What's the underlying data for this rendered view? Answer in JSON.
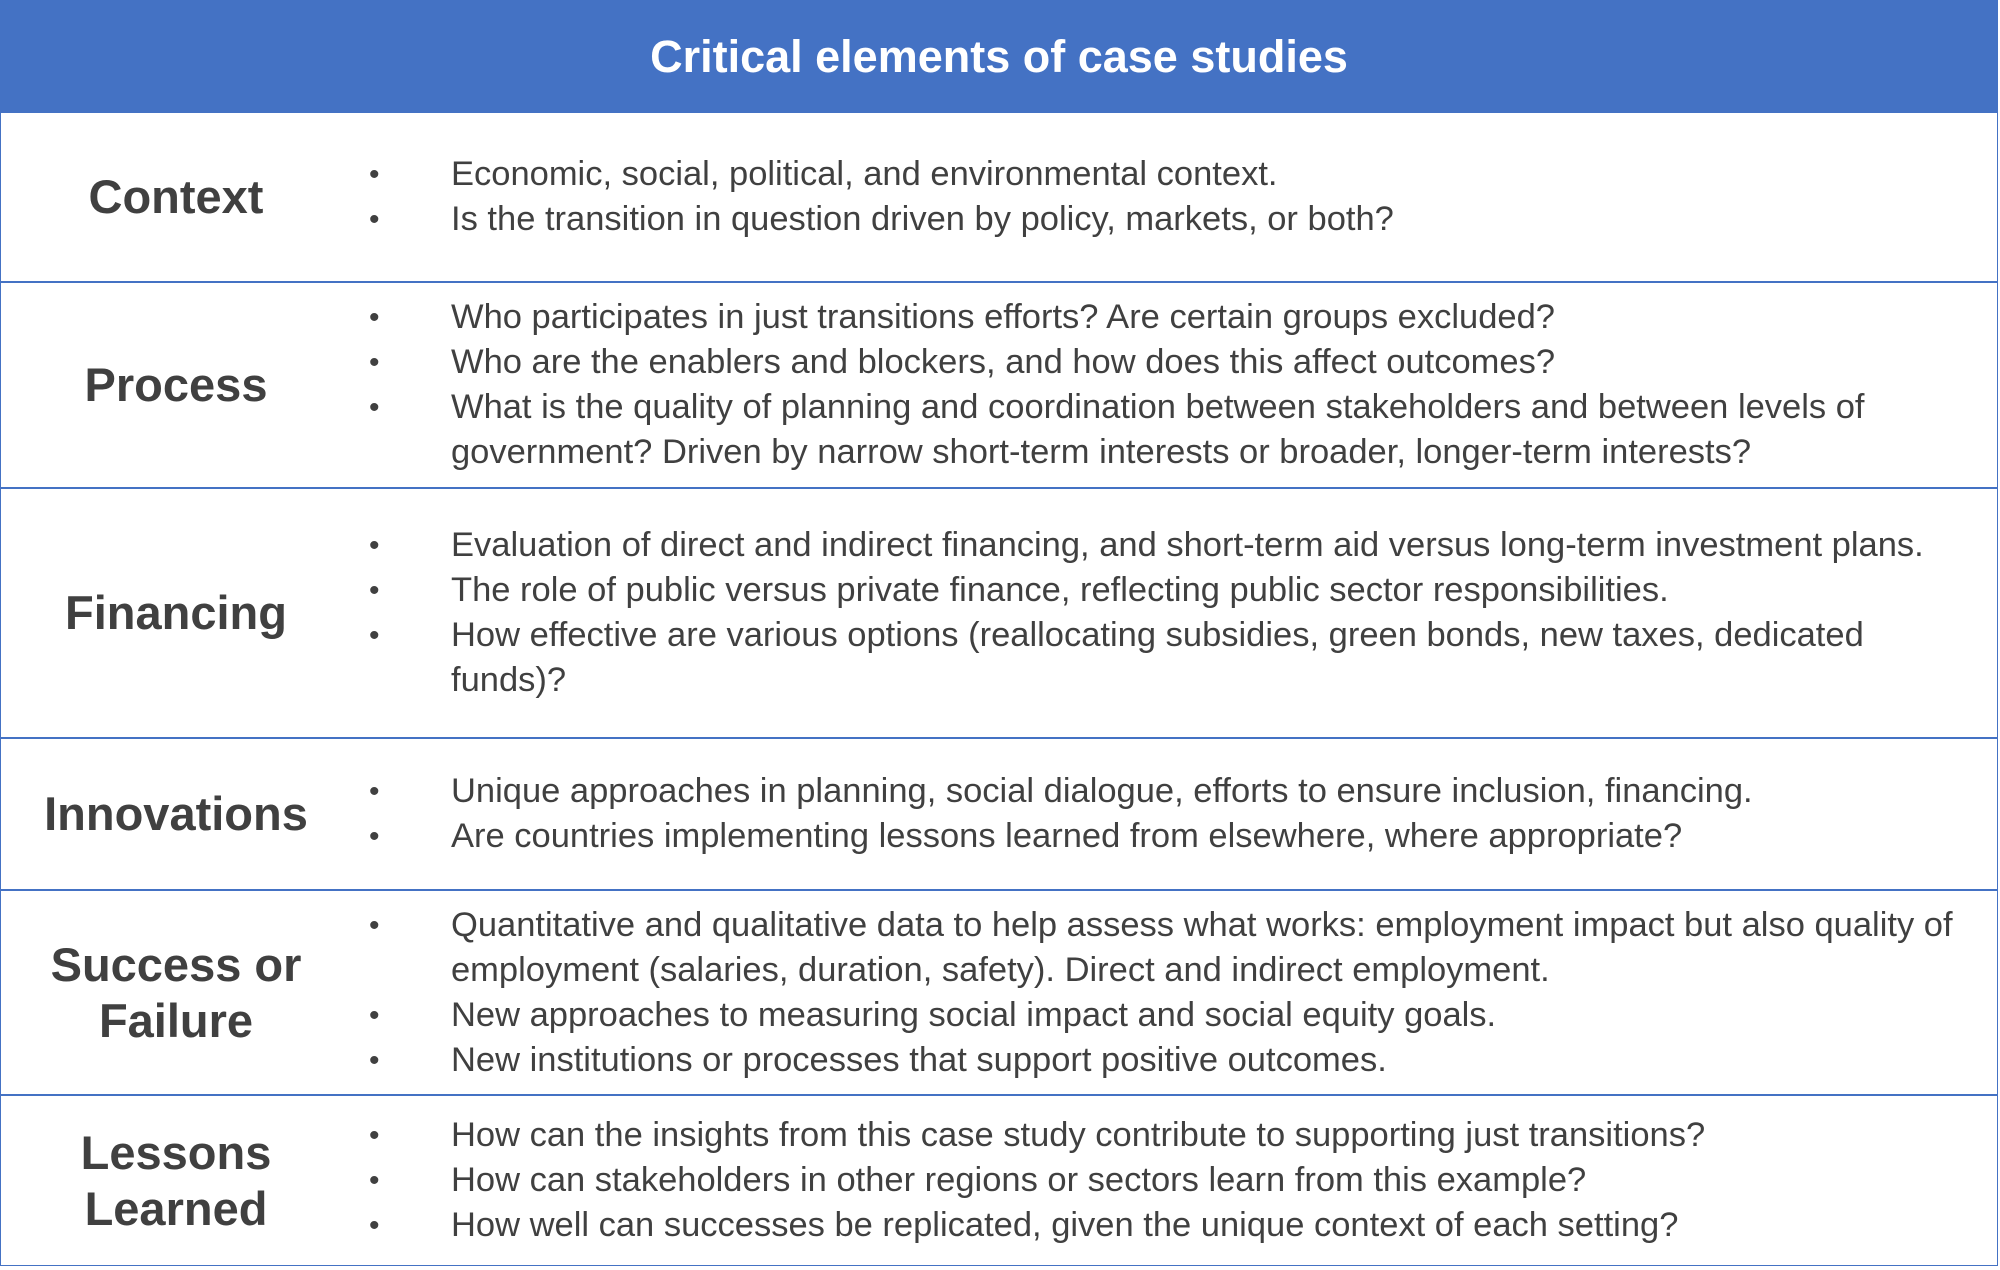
{
  "title": "Critical elements of case studies",
  "colors": {
    "header_bg": "#4472c4",
    "header_text": "#ffffff",
    "border": "#4472c4",
    "body_text": "#404040"
  },
  "bullet_icon": "bullet-dot",
  "rows": [
    {
      "label": "Context",
      "items": [
        "Economic, social, political, and environmental context.",
        "Is the transition in question driven by policy, markets, or both?"
      ]
    },
    {
      "label": "Process",
      "items": [
        "Who participates in just transitions efforts? Are certain groups excluded?",
        "Who are the enablers and blockers, and how does this affect outcomes?",
        "What is the quality of planning and coordination between stakeholders and between levels of government? Driven by narrow short-term interests or broader, longer-term interests?"
      ]
    },
    {
      "label": "Financing",
      "items": [
        "Evaluation of direct and indirect financing, and short-term aid versus long-term investment plans.",
        "The role of public versus private finance, reflecting public sector responsibilities.",
        "How effective are various options (reallocating subsidies, green bonds, new taxes, dedicated funds)?"
      ]
    },
    {
      "label": "Innovations",
      "items": [
        "Unique approaches in planning, social dialogue, efforts to ensure inclusion, financing.",
        "Are countries implementing lessons learned from elsewhere, where appropriate?"
      ]
    },
    {
      "label": "Success or\nFailure",
      "items": [
        "Quantitative and qualitative data to help assess what works: employment impact but also quality of employment (salaries, duration, safety). Direct and indirect employment.",
        "New approaches to measuring social impact and social equity goals.",
        "New institutions or processes that support positive outcomes."
      ]
    },
    {
      "label": "Lessons\nLearned",
      "items": [
        "How can the insights from this case study contribute to supporting just transitions?",
        "How can stakeholders in other regions or sectors learn from this example?",
        "How well can successes be replicated, given the unique context of each setting?"
      ]
    }
  ]
}
